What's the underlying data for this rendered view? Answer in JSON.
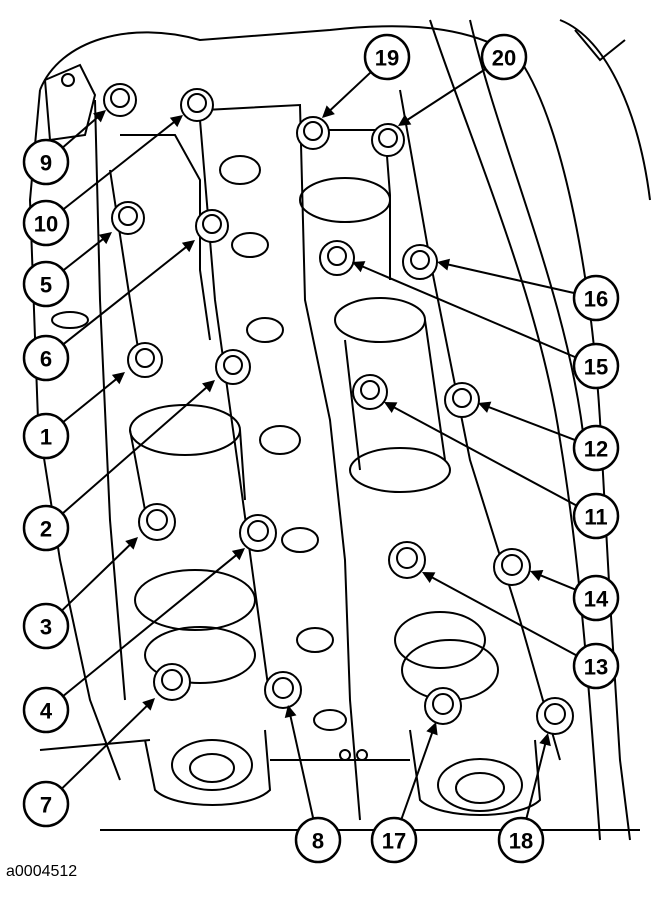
{
  "figure_id": "a0004512",
  "callouts": [
    {
      "label": "1"
    },
    {
      "label": "2"
    },
    {
      "label": "3"
    },
    {
      "label": "4"
    },
    {
      "label": "5"
    },
    {
      "label": "6"
    },
    {
      "label": "7"
    },
    {
      "label": "8"
    },
    {
      "label": "9"
    },
    {
      "label": "10"
    },
    {
      "label": "11"
    },
    {
      "label": "12"
    },
    {
      "label": "13"
    },
    {
      "label": "14"
    },
    {
      "label": "15"
    },
    {
      "label": "16"
    },
    {
      "label": "17"
    },
    {
      "label": "18"
    },
    {
      "label": "19"
    },
    {
      "label": "20"
    }
  ],
  "colors": {
    "ink": "#000000",
    "paper": "#ffffff"
  }
}
